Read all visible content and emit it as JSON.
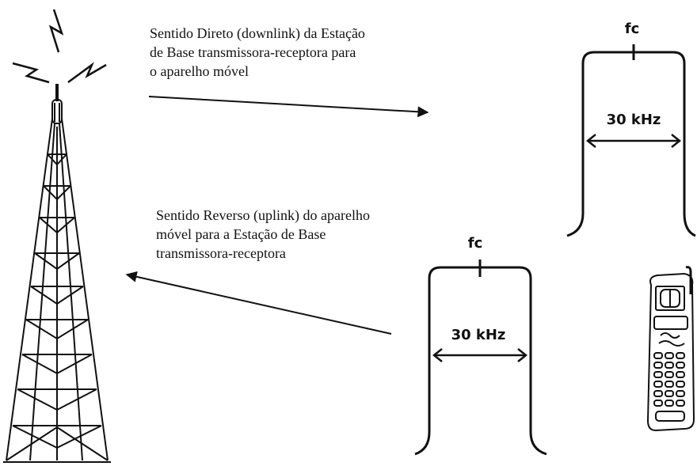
{
  "downlink": {
    "lines": [
      "Sentido Direto (downlink) da Estação",
      "de Base transmissora-receptora para",
      "o aparelho móvel"
    ]
  },
  "uplink": {
    "lines": [
      "Sentido Reverso (uplink) do aparelho",
      "móvel para a Estação de Base",
      "transmissora-receptora"
    ]
  },
  "channels": [
    {
      "center_label": "fc",
      "bandwidth_label": "30 kHz"
    },
    {
      "center_label": "fc",
      "bandwidth_label": "30 kHz"
    }
  ],
  "colors": {
    "ink": "#111111",
    "background": "#ffffff"
  },
  "icons": [
    "radio-tower-icon",
    "radio-wave-icon",
    "mobile-phone-icon"
  ]
}
